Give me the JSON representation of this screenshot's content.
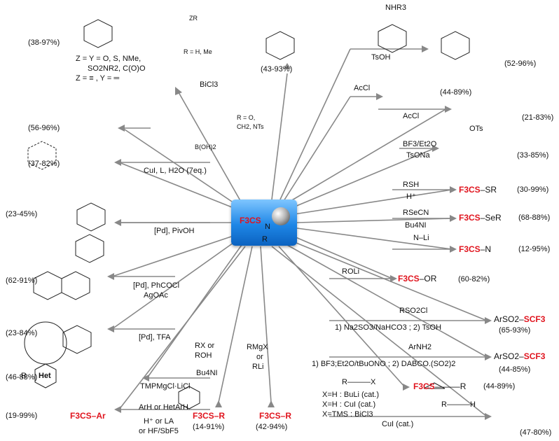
{
  "center": {
    "group": "F3CS",
    "n": "N",
    "r": "R"
  },
  "arrows": [
    {
      "id": "top-left",
      "yield": "(38-97%)",
      "reagent": "BiCl3",
      "z_line1": "Z = Y = O, S, NMe,",
      "z_line2": "SO2NR2, C(O)O",
      "z_line3": "Z = ≡ , Y = ═",
      "substrate": "R = H, Me",
      "sub_lbl": "ZR"
    },
    {
      "id": "ketone",
      "yield": "(56-96%)"
    },
    {
      "id": "arene-boronic",
      "yield": "(37-82%)",
      "reagent": "CuI, L, H2O (7eq.)",
      "substrate": "B(OH)2"
    },
    {
      "id": "amide",
      "yield": "(23-45%)",
      "reagent": "[Pd], PivOH"
    },
    {
      "id": "biaryl",
      "yield": "(62-91%)",
      "reagent1": "[Pd], PhCOCl",
      "reagent2": "AgOAc"
    },
    {
      "id": "directed",
      "yield": "(23-84%)",
      "reagent": "[Pd], TFA"
    },
    {
      "id": "het",
      "yield": "(46-88%)",
      "reagent": "TMPMgCl·LiCl",
      "het": "Het",
      "r": "R"
    },
    {
      "id": "arh",
      "yield": "(19-99%)",
      "reagent1": "ArH or HetArH",
      "reagent2": "H⁺ or LA",
      "reagent3": "or HF/SbF5",
      "product": "F3CS–Ar"
    },
    {
      "id": "rx",
      "yield": "(14-91%)",
      "reagent1": "RX or",
      "reagent2": "ROH",
      "reagent3": "Bu4NI",
      "product": "F3CS–R"
    },
    {
      "id": "rmgx",
      "yield": "(42-94%)",
      "reagent1": "RMgX",
      "reagent2": "or",
      "reagent3": "RLi",
      "product": "F3CS–R"
    },
    {
      "id": "chromene",
      "yield": "(43-93%)",
      "sub": "R = O,",
      "sub2": "CH2, NTs"
    },
    {
      "id": "tsoh",
      "yield": "(52-96%)",
      "reagent": "TsOH",
      "nhr": "NHR3"
    },
    {
      "id": "allyl",
      "yield": "(44-89%)",
      "reagent": "AcCl"
    },
    {
      "id": "acyl",
      "yield": "(21-83%)",
      "reagent": "AcCl"
    },
    {
      "id": "ots",
      "yield": "(33-85%)",
      "reagent1": "BF3/Et2O",
      "reagent2": "TsONa",
      "ots": "OTs"
    },
    {
      "id": "rsh",
      "yield": "(30-99%)",
      "reagent1": "RSH",
      "reagent2": "H⁺",
      "product_red": "F3CS",
      "product_rest": "–SR"
    },
    {
      "id": "rsecn",
      "yield": "(68-88%)",
      "reagent1": "RSeCN",
      "reagent2": "Bu4NI",
      "product_red": "F3CS",
      "product_rest": "–SeR"
    },
    {
      "id": "amine",
      "yield": "(12-95%)",
      "reagent": "N–Li",
      "product_red": "F3CS",
      "product_rest": "–N"
    },
    {
      "id": "roli",
      "yield": "(60-82%)",
      "reagent": "ROLi",
      "product_red": "F3CS",
      "product_rest": "–OR"
    },
    {
      "id": "rso2cl",
      "yield": "(65-93%)",
      "reagent1": "RSO2Cl",
      "reagent2": "1) Na2SO3/NaHCO3 ; 2) TsOH",
      "product_black": "ArSO2–",
      "product_red": "SCF3"
    },
    {
      "id": "arnh2",
      "yield": "(44-85%)",
      "reagent1": "ArNH2",
      "reagent2": "1) BF3;Et2O/tBuONO ; 2) DABCO.(SO2)2",
      "product_black": "ArSO2–",
      "product_red": "SCF3"
    },
    {
      "id": "alkyne",
      "yield": "(44-89%)",
      "reagent": "R———X",
      "c1": "X=H : BuLi (cat.)",
      "c2": "X=H : CuI (cat.)",
      "c3": "X=TMS : BiCl3",
      "product_red": "F3CS",
      "product_rest": "———R"
    },
    {
      "id": "cui",
      "yield": "(47-80%)",
      "reagent": "CuI (cat.)",
      "sm": "R———H"
    }
  ],
  "colors": {
    "accent_red": "#e0141e",
    "box_blue": "#1e86e6"
  }
}
